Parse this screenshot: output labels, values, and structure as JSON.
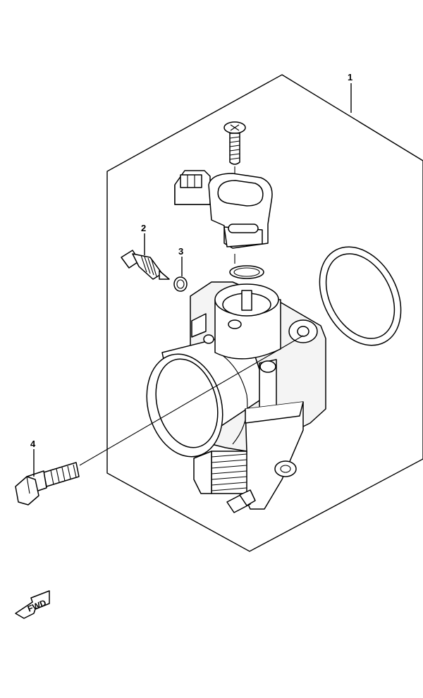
{
  "callouts": [
    {
      "id": "1",
      "label": "1"
    },
    {
      "id": "2",
      "label": "2"
    },
    {
      "id": "3",
      "label": "3"
    },
    {
      "id": "4",
      "label": "4"
    }
  ],
  "direction_indicator": {
    "label": "FWD",
    "icon": "arrow-left-down-icon"
  },
  "colors": {
    "line": "#000000",
    "background": "#ffffff"
  }
}
